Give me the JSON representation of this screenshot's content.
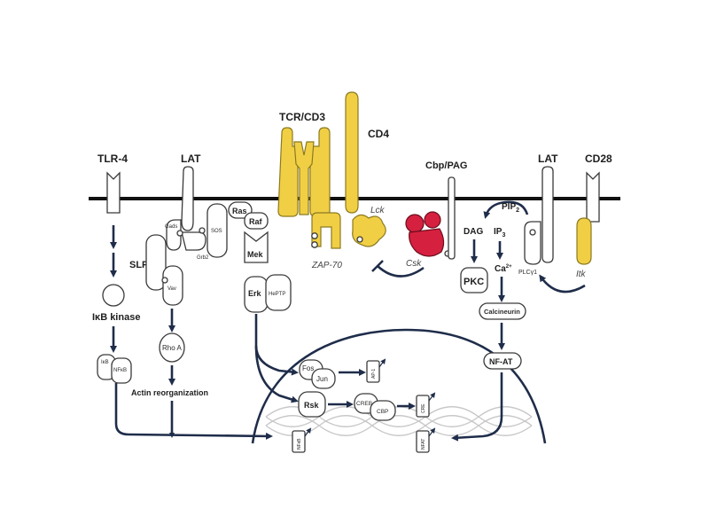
{
  "labels": {
    "tlr4": "TLR-4",
    "lat_left": "LAT",
    "tcr": "TCR/CD3",
    "cd4": "CD4",
    "cbp_pag": "Cbp/PAG",
    "lat_right": "LAT",
    "cd28": "CD28",
    "gads": "Gads",
    "grb2": "Grb2",
    "sos": "SOS",
    "ras": "Ras",
    "raf": "Raf",
    "mek": "Mek",
    "erk": "Erk",
    "heptp": "HePTP",
    "slp76": "SLP-76",
    "vav": "Vav",
    "rhoa": "Rho A",
    "actin": "Actin reorganization",
    "ikb_kinase": "IκB kinase",
    "ikb": "IκB",
    "nfkb": "NFκB",
    "lck": "Lck",
    "zap70": "ZAP-70",
    "csk": "Csk",
    "dag": "DAG",
    "ip3": "IP",
    "ip3_sub": "3",
    "pip2": "PIP",
    "pip2_sub": "2",
    "pkc": "PKC",
    "ca": "Ca",
    "ca_sup": "2+",
    "calcineurin": "Calcineurin",
    "nfat": "NF-AT",
    "plcg1": "PLCγ1",
    "itk": "Itk",
    "fos": "Fos",
    "jun": "Jun",
    "rsk": "Rsk",
    "creb": "CREB",
    "cbp": "CBP",
    "ap1": "AP-1",
    "cre": "CRE",
    "nfkb_site": "NFκB",
    "nfat_site": "NFAT"
  },
  "colors": {
    "yellow": "#f1cf45",
    "red": "#d6203f",
    "arrow": "#1f2d4a",
    "membrane": "#111111"
  }
}
